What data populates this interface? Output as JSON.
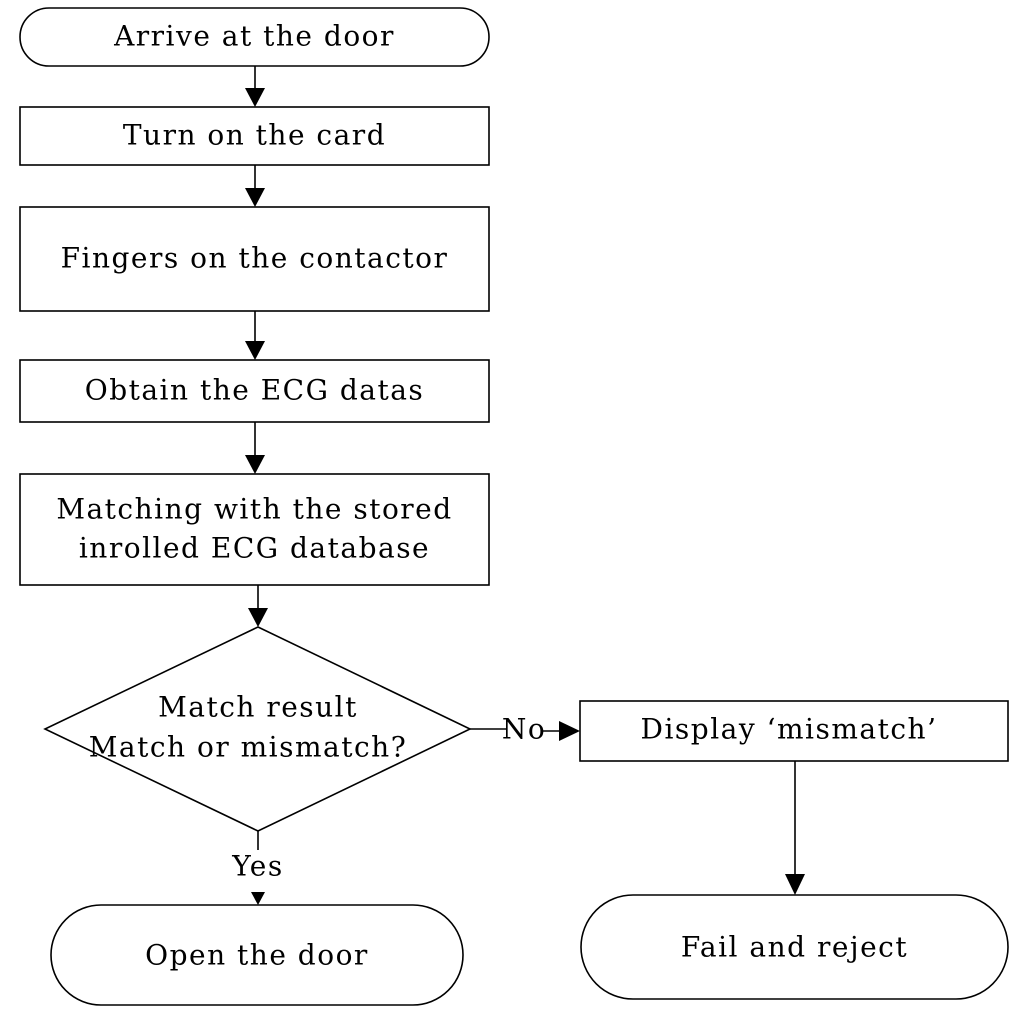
{
  "flowchart": {
    "start": "Arrive at the door",
    "step_card": "Turn on the card",
    "step_fingers": "Fingers on the contactor",
    "step_obtain": "Obtain the ECG datas",
    "step_match_line1": "Matching with the stored",
    "step_match_line2": "inrolled ECG database",
    "decision_line1": "Match result",
    "decision_line2": "Match or mismatch?",
    "no_label": "No",
    "yes_label": "Yes",
    "mismatch_box": "Display  ‘mismatch’",
    "end_open": "Open the door",
    "end_fail": "Fail and reject"
  },
  "colors": {
    "stroke": "#000000",
    "fill": "#ffffff",
    "text": "#000000"
  }
}
